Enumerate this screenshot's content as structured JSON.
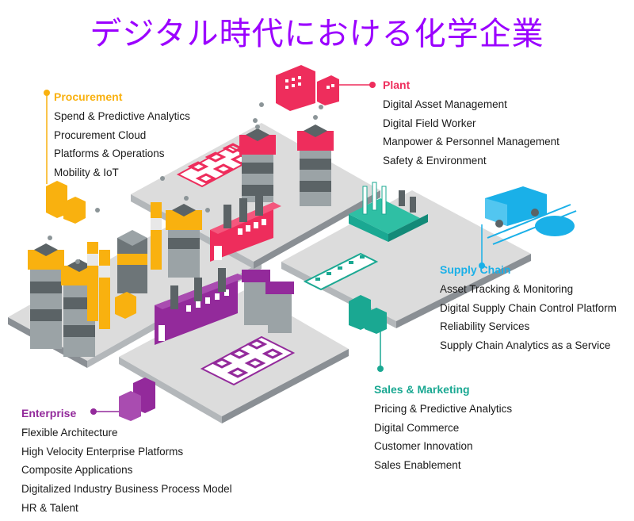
{
  "title": {
    "text": "デジタル時代における化学企業",
    "color": "#9b00ff"
  },
  "colors": {
    "procurement": "#f9b10f",
    "plant": "#ee2d5c",
    "supply_chain": "#1ab0e8",
    "sales_marketing": "#1aa892",
    "enterprise": "#932a9b",
    "platform": "#dcdcdc",
    "platform_edge": "#8a8f94",
    "tower_dark": "#5b6366",
    "tower_light": "#9ba3a6"
  },
  "sections": {
    "procurement": {
      "heading": "Procurement",
      "items": [
        "Spend & Predictive Analytics",
        "Procurement Cloud",
        "Platforms & Operations",
        "Mobility & IoT"
      ]
    },
    "plant": {
      "heading": "Plant",
      "items": [
        "Digital Asset Management",
        "Digital Field Worker",
        "Manpower & Personnel Management",
        "Safety & Environment"
      ]
    },
    "supply_chain": {
      "heading": "Supply Chain",
      "items": [
        "Asset Tracking & Monitoring",
        "Digital Supply Chain Control Platform",
        "Reliability Services",
        "Supply Chain Analytics as a Service"
      ]
    },
    "sales_marketing": {
      "heading": "Sales & Marketing",
      "items": [
        "Pricing & Predictive Analytics",
        "Digital Commerce",
        "Customer Innovation",
        "Sales Enablement"
      ]
    },
    "enterprise": {
      "heading": "Enterprise",
      "items": [
        "Flexible Architecture",
        "High Velocity Enterprise Platforms",
        "Composite Applications",
        "Digitalized Industry Business Process Model",
        "HR & Talent"
      ]
    }
  }
}
